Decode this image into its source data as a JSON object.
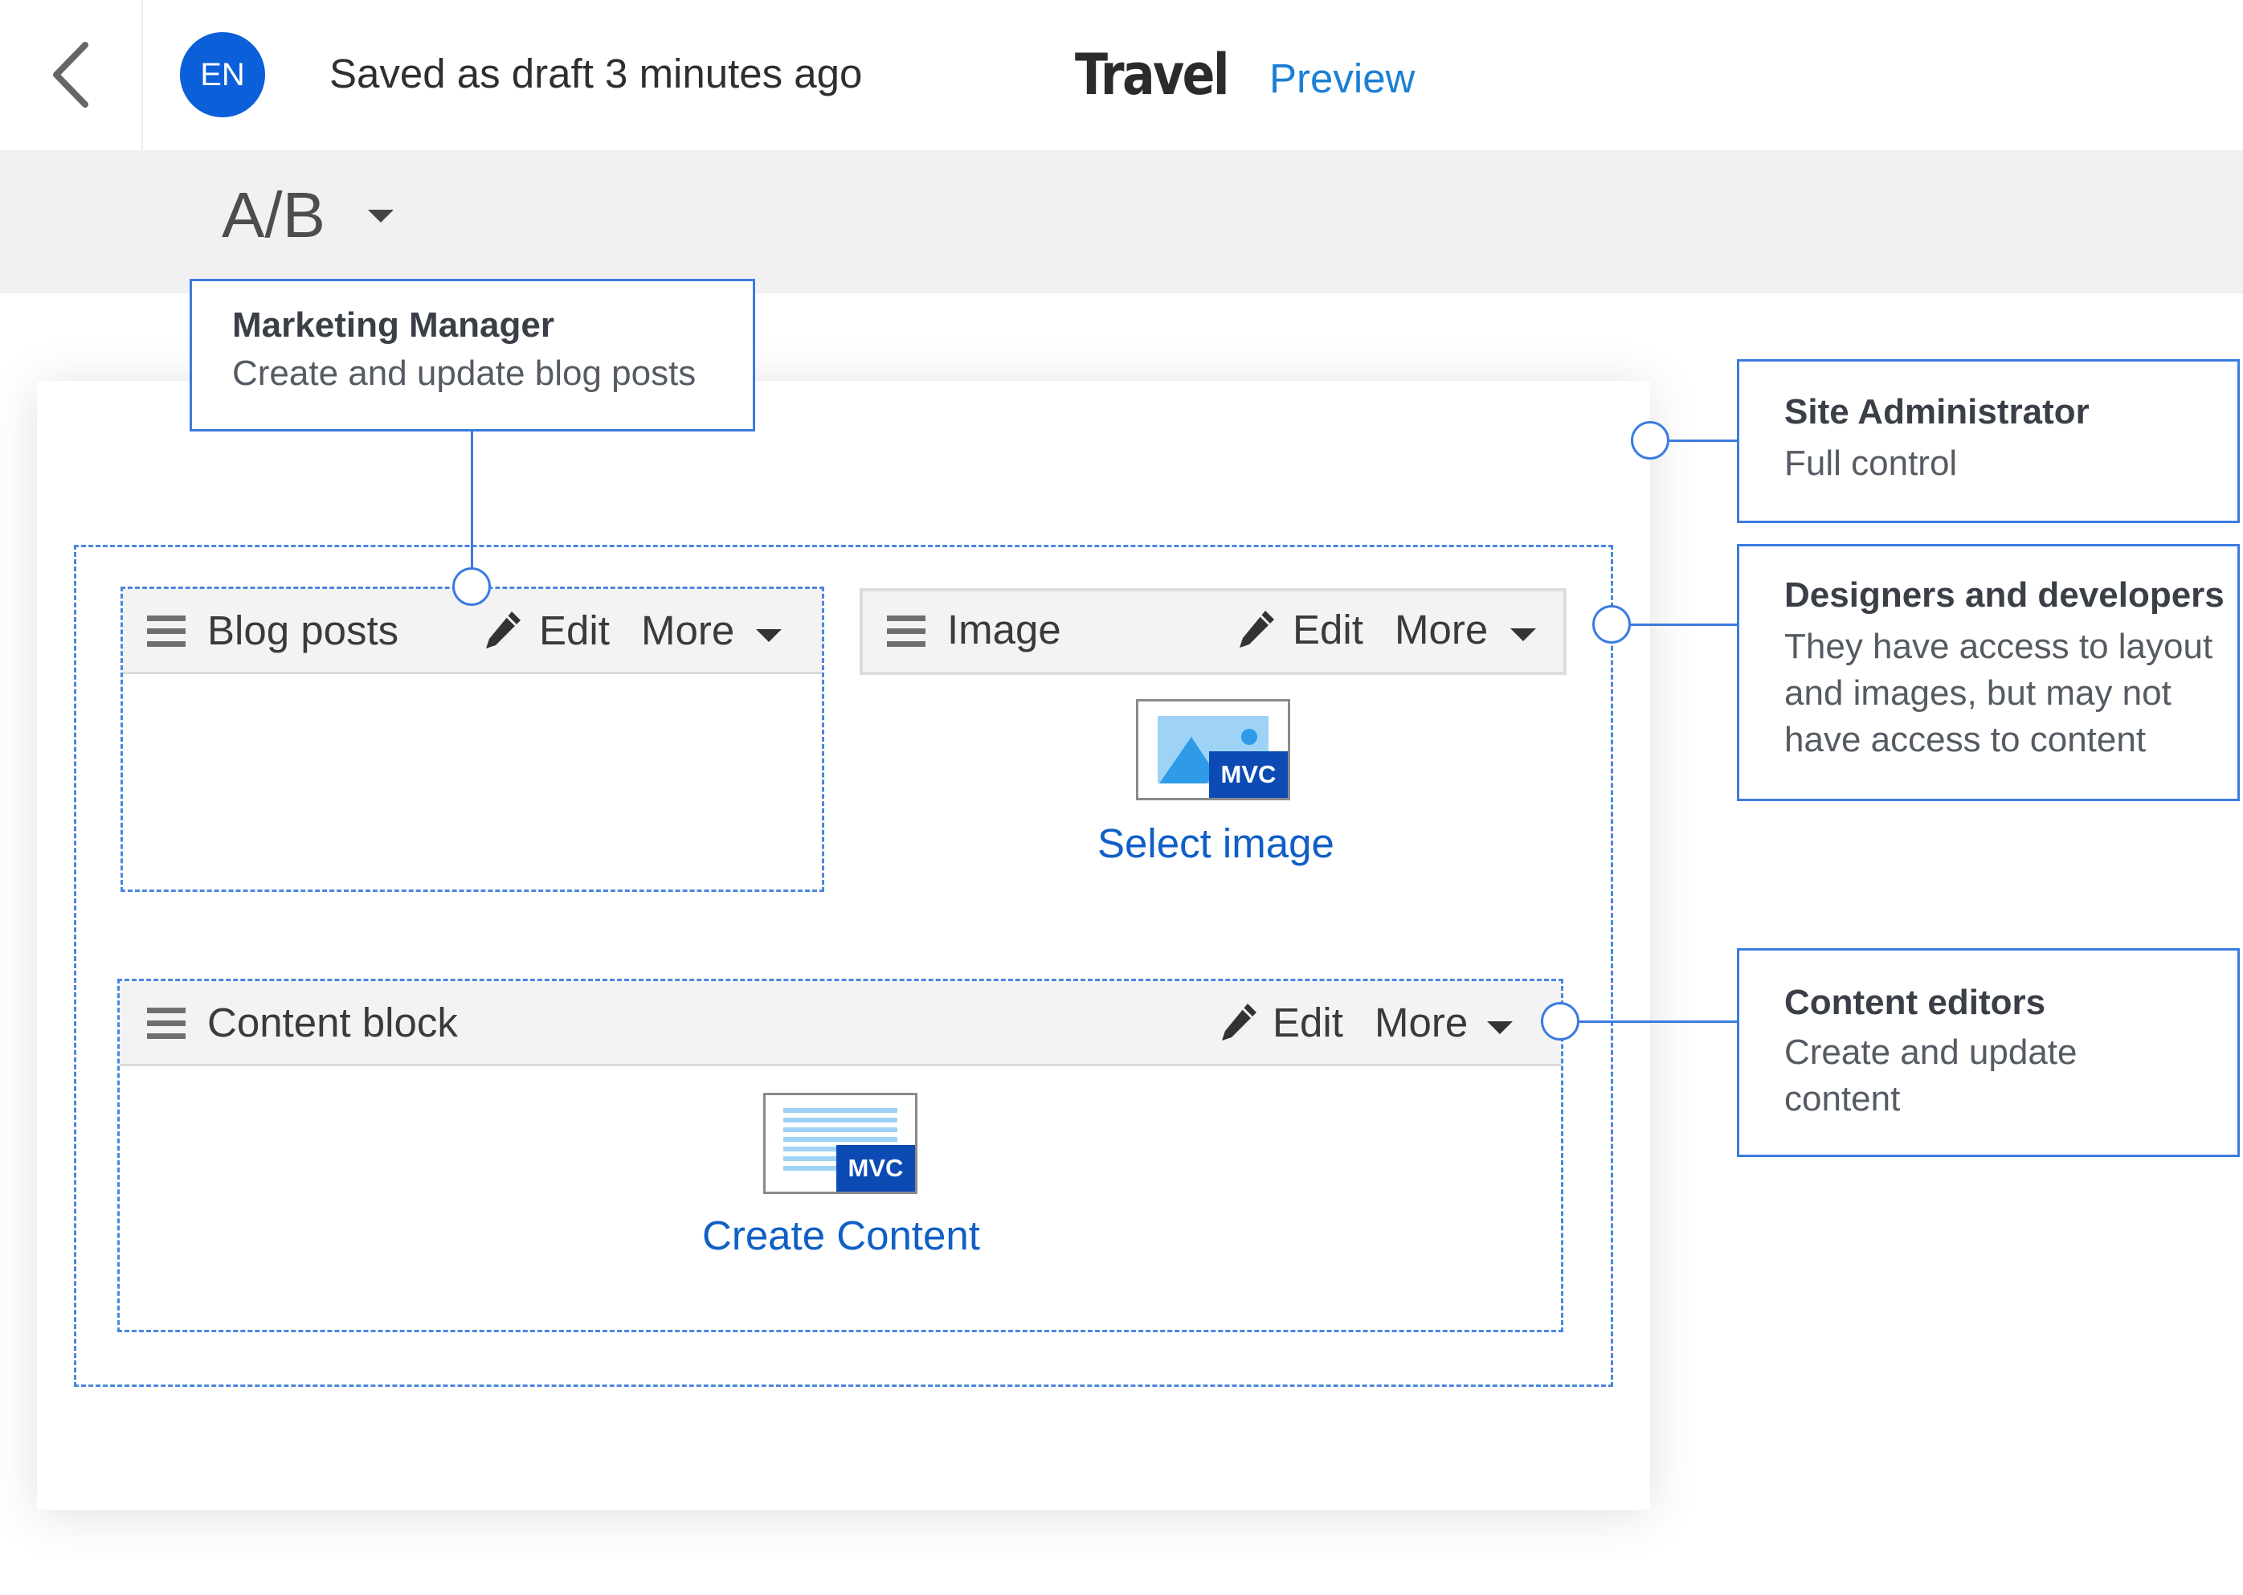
{
  "header": {
    "language_code": "EN",
    "status_text": "Saved as draft 3 minutes ago",
    "site_title": "Travel",
    "preview_label": "Preview"
  },
  "variant": {
    "label": "A/B"
  },
  "widgets": {
    "blog_posts": {
      "title": "Blog posts",
      "edit_label": "Edit",
      "more_label": "More"
    },
    "image": {
      "title": "Image",
      "edit_label": "Edit",
      "more_label": "More",
      "action_label": "Select image",
      "badge": "MVC"
    },
    "content_block": {
      "title": "Content block",
      "edit_label": "Edit",
      "more_label": "More",
      "action_label": "Create Content",
      "badge": "MVC"
    }
  },
  "callouts": {
    "marketing_manager": {
      "title": "Marketing Manager",
      "lines": [
        "Create and update blog posts"
      ]
    },
    "site_administrator": {
      "title": "Site Administrator",
      "lines": [
        "Full control"
      ]
    },
    "designers_developers": {
      "title": "Designers and developers",
      "lines": [
        "They have access to layout",
        "and images, but may not",
        "have access to content"
      ]
    },
    "content_editors": {
      "title": "Content editors",
      "lines": [
        "Create and update",
        "content"
      ]
    }
  },
  "colors": {
    "accent_blue": "#3b7be0",
    "link_blue": "#0f5fc6",
    "avatar_blue": "#0b5fd9",
    "mvc_badge": "#0b4bb3"
  },
  "icons": [
    "back-chevron-icon",
    "hamburger-drag-icon",
    "pencil-icon",
    "caret-down-icon",
    "image-placeholder-icon",
    "content-placeholder-icon"
  ]
}
